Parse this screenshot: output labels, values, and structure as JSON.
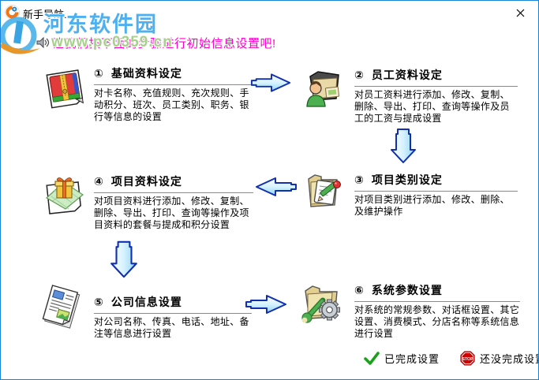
{
  "window": {
    "title": "新手导航...",
    "icon": "app-logo-icon",
    "close_icon": "close-icon"
  },
  "hint": {
    "speaker_icon": "speaker-icon",
    "text": "让我们按下面的步骤进行初始信息设置吧!",
    "color": "#ff00cc"
  },
  "watermark": {
    "logo_icon": "hedong-logo-icon",
    "site_name": "河东软件园",
    "site_url": "www.pc0359.cn"
  },
  "steps": [
    {
      "num": "①",
      "title": "基础资料设定",
      "icon": "archive-books-icon",
      "desc": "对卡名称、充值规则、充次规则、手动积分、班次、员工类别、职务、银行等信息的设置"
    },
    {
      "num": "②",
      "title": "员工资料设定",
      "icon": "employee-folder-icon",
      "desc": "对员工资料进行添加、修改、复制、删除、导出、打印、查询等操作及员工的工资与提成设置"
    },
    {
      "num": "③",
      "title": "项目类别设定",
      "icon": "category-edit-icon",
      "desc": "对项目类别进行添加、修改、删除、及维护操作"
    },
    {
      "num": "④",
      "title": "项目资料设定",
      "icon": "gift-box-icon",
      "desc": "对项目资料进行添加、修改、复制、删除、导出、打印、查询等操作及项目资料的套餐与提成和积分设置"
    },
    {
      "num": "⑤",
      "title": "公司信息设置",
      "icon": "company-document-icon",
      "desc": "对公司名称、传真、电话、地址、备注等信息进行设置"
    },
    {
      "num": "⑥",
      "title": "系统参数设置",
      "icon": "system-tools-icon",
      "desc": "对系统的常规参数、对话框设置、其它设置、消费模式、分店名称等系统信息进行设置"
    }
  ],
  "flow_arrows": [
    "right",
    "down",
    "left",
    "down",
    "right"
  ],
  "legend": {
    "done_icon": "check-icon",
    "done": "已完成设置",
    "not_done_icon": "stop-icon",
    "not_done": "还没完成设置",
    "stop_text": "STOP"
  },
  "colors": {
    "window_border": "#1883d7",
    "arrow_outline": "#1030b0",
    "arrow_fill": "#cfefff",
    "hint_text": "#ff00cc",
    "check_green": "#1ea01e",
    "stop_red": "#d40000",
    "watermark_blue": "#4fb0f0"
  }
}
